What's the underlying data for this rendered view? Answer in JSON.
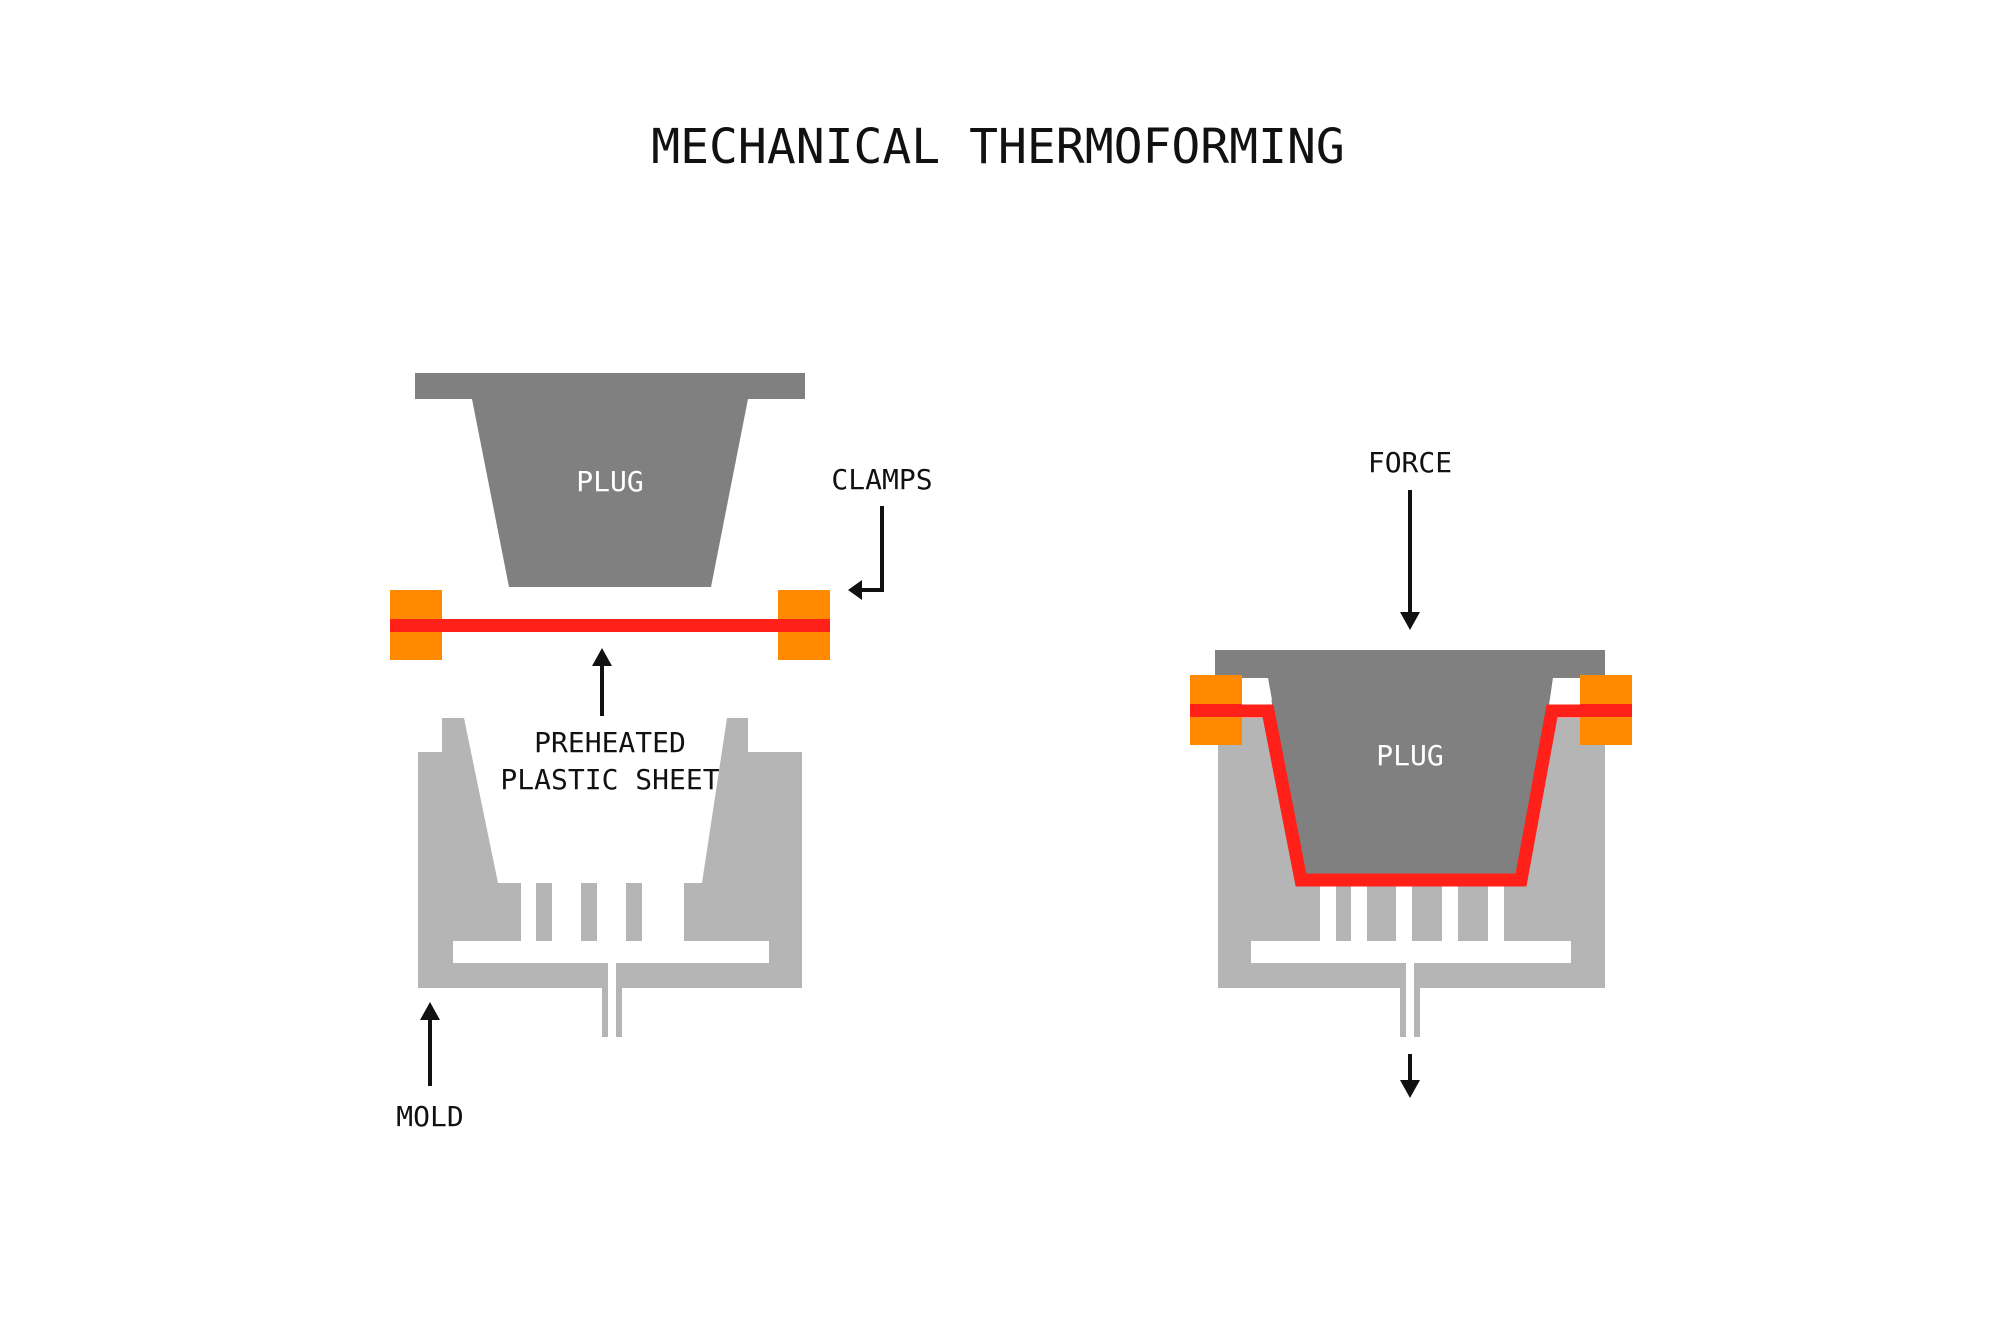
{
  "title": "MECHANICAL THERMOFORMING",
  "labels": {
    "plug_left": "PLUG",
    "plug_right": "PLUG",
    "clamps": "CLAMPS",
    "sheet_line1": "PREHEATED",
    "sheet_line2": "PLASTIC SHEET",
    "mold": "MOLD",
    "force": "FORCE"
  },
  "colors": {
    "background": "#ffffff",
    "plug": "#808080",
    "mold": "#b5b5b5",
    "sheet": "#ff2019",
    "clamp": "#ff8a00",
    "text": "#111111"
  }
}
